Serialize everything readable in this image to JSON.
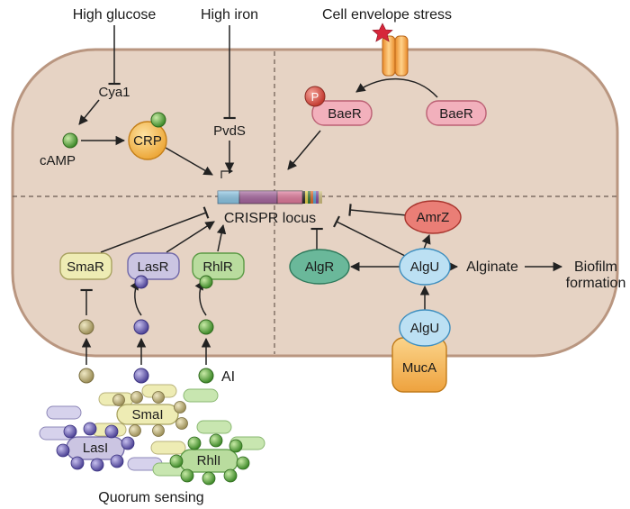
{
  "inputs": {
    "high_glucose": "High glucose",
    "high_iron": "High iron",
    "cell_envelope_stress": "Cell envelope stress"
  },
  "regulators": {
    "cya1": "Cya1",
    "camp": "cAMP",
    "crp": "CRP",
    "pvds": "PvdS",
    "baer_phosphorylated": "BaeR",
    "baer": "BaeR",
    "phosphate": "P",
    "amrz": "AmrZ",
    "algr": "AlgR",
    "algu_active": "AlgU",
    "algu_bound": "AlgU",
    "muca": "MucA",
    "smar": "SmaR",
    "lasr": "LasR",
    "rhlr": "RhlR"
  },
  "crispr_locus": "CRISPR locus",
  "outputs": {
    "alginate": "Alginate",
    "biofilm_line1": "Biofilm",
    "biofilm_line2": "formation"
  },
  "quorum": {
    "ai": "AI",
    "smai": "SmaI",
    "lasi": "LasI",
    "rhli": "RhlI",
    "title": "Quorum sensing"
  },
  "colors": {
    "cell_fill": "#e8d5c6",
    "cell_stroke": "#b7927a",
    "crp_fill": "#f2b43a",
    "camp_green": "#5faa3c",
    "baer_fill": "#f0a8b4",
    "phosphate_red": "#d9453c",
    "amrz_fill": "#e7776f",
    "algr_fill": "#68b498",
    "algu_fill": "#b8dcf0",
    "muca_fill": "#f2b44e",
    "smar_fill": "#eceab0",
    "lasr_fill": "#c8c2e0",
    "rhlr_fill": "#b6d99c",
    "sma_dot": "#bcb07a",
    "las_dot": "#7065b0",
    "rhl_dot": "#5aa04a"
  }
}
